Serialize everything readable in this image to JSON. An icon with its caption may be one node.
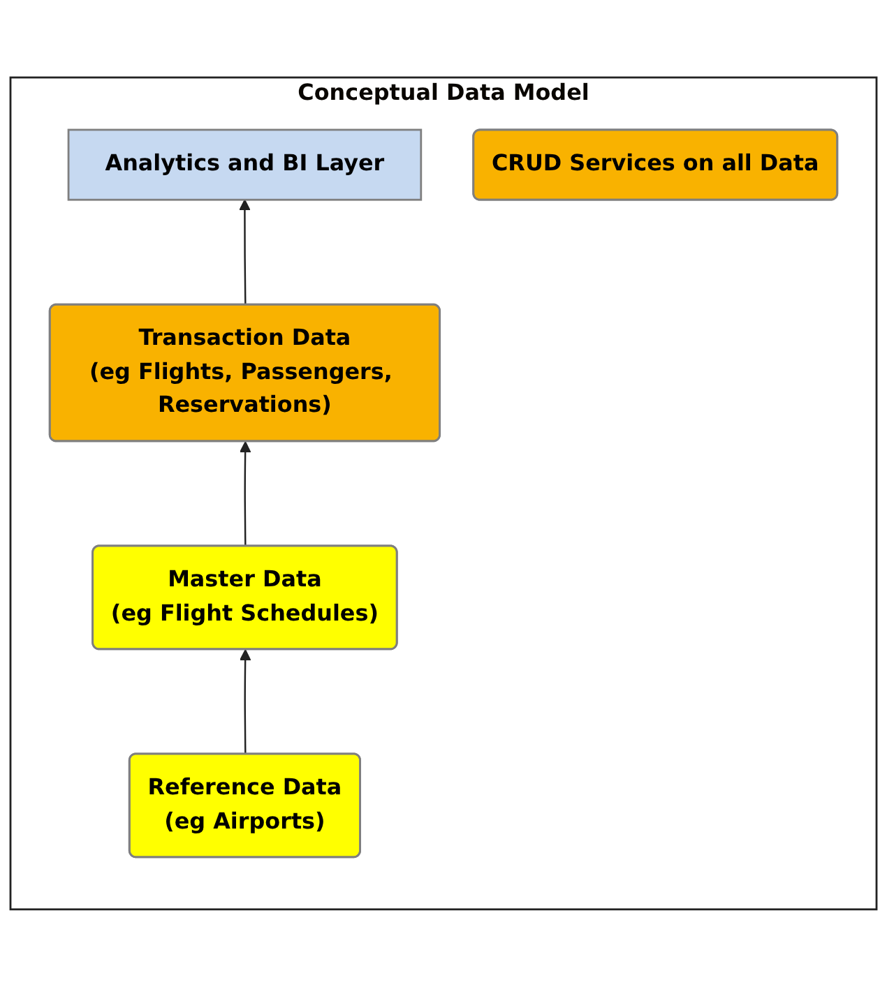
{
  "diagram": {
    "nodes": [
      {
        "text": [
          "Conceptual Data Model"
        ]
      },
      {
        "text": [
          "Analytics and BI Layer"
        ],
        "in": 0
      },
      {
        "text": [
          "Transaction Data",
          "(eg Flights, Passengers, Reservations)"
        ],
        "in": 0
      },
      {
        "text": [
          "CRUD Services on all Data"
        ],
        "in": 0
      },
      {
        "text": [
          "Master Data",
          "(eg Flight Schedules)"
        ],
        "in": 0
      },
      {
        "text": [
          "Reference Data",
          "(eg Airports)"
        ],
        "in": 0
      }
    ],
    "edges": [
      {
        "from": 2,
        "to": 1,
        "arrow": "to"
      },
      {
        "from": 4,
        "to": 2,
        "arrow": "to"
      },
      {
        "from": 5,
        "to": 4,
        "arrow": "to"
      }
    ]
  }
}
